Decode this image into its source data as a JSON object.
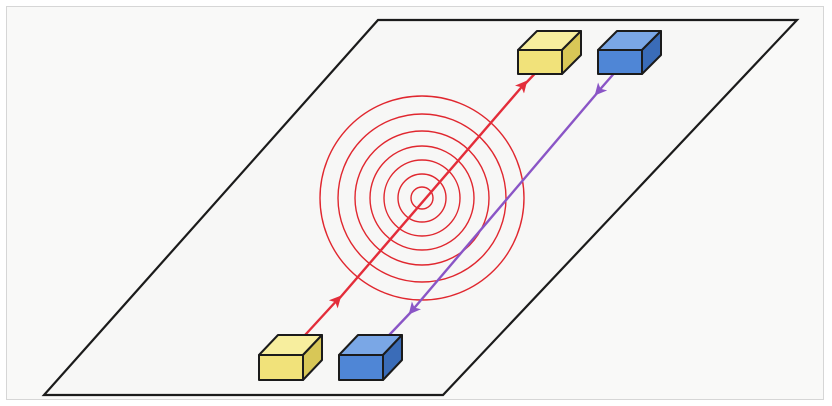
{
  "diagram": {
    "colors": {
      "plane_stroke": "#1b1b1b",
      "plane_fill": "#f7f7f6",
      "ripple": "#e0272f",
      "arrow_incoming": "#e32d3a",
      "arrow_outgoing": "#8a55c6",
      "box_yellow": "#f1e27a",
      "box_yellow_top": "#f7ee9e",
      "box_yellow_side": "#d8c757",
      "box_blue": "#4f86d6",
      "box_blue_top": "#7aa7e6",
      "box_blue_side": "#3a6cb8",
      "box_edge": "#1b1b1b"
    },
    "ripple_count": 7,
    "boxes": [
      {
        "name": "yellow-block-bottom",
        "color": "yellow"
      },
      {
        "name": "blue-block-bottom",
        "color": "blue"
      },
      {
        "name": "yellow-block-top",
        "color": "yellow"
      },
      {
        "name": "blue-block-top",
        "color": "blue"
      }
    ],
    "arrows": [
      {
        "name": "red-arrow",
        "color": "arrow_incoming",
        "direction": "toward-top-yellow-block"
      },
      {
        "name": "purple-arrow",
        "color": "arrow_outgoing",
        "direction": "toward-bottom-blue-block"
      }
    ]
  }
}
